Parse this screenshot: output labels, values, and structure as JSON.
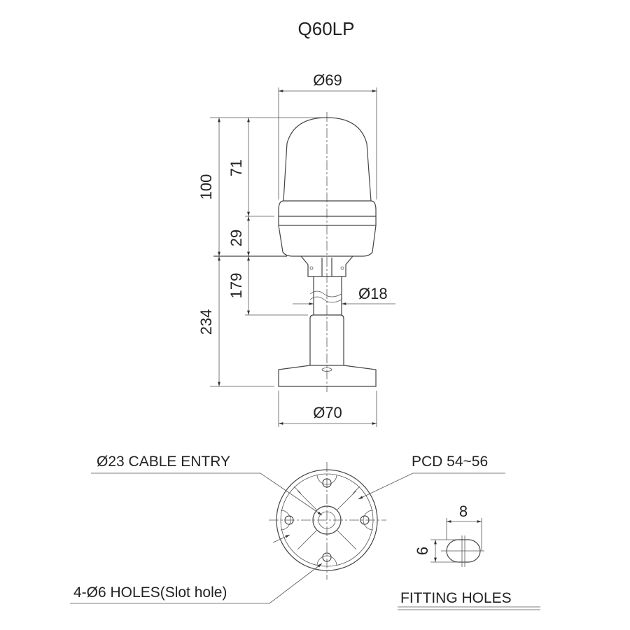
{
  "title": "Q60LP",
  "dimensions": {
    "top_diameter": "Ø69",
    "total_height_head": "100",
    "dome_height": "71",
    "body_height": "29",
    "pole_height": "179",
    "total_pole_height": "234",
    "pole_diameter": "Ø18",
    "base_diameter": "Ø70"
  },
  "bottom_view": {
    "cable_entry": "Ø23 CABLE ENTRY",
    "pcd": "PCD 54~56",
    "holes": "4-Ø6 HOLES(Slot hole)"
  },
  "fitting_holes": {
    "title": "FITTING HOLES",
    "width": "8",
    "height": "6"
  }
}
